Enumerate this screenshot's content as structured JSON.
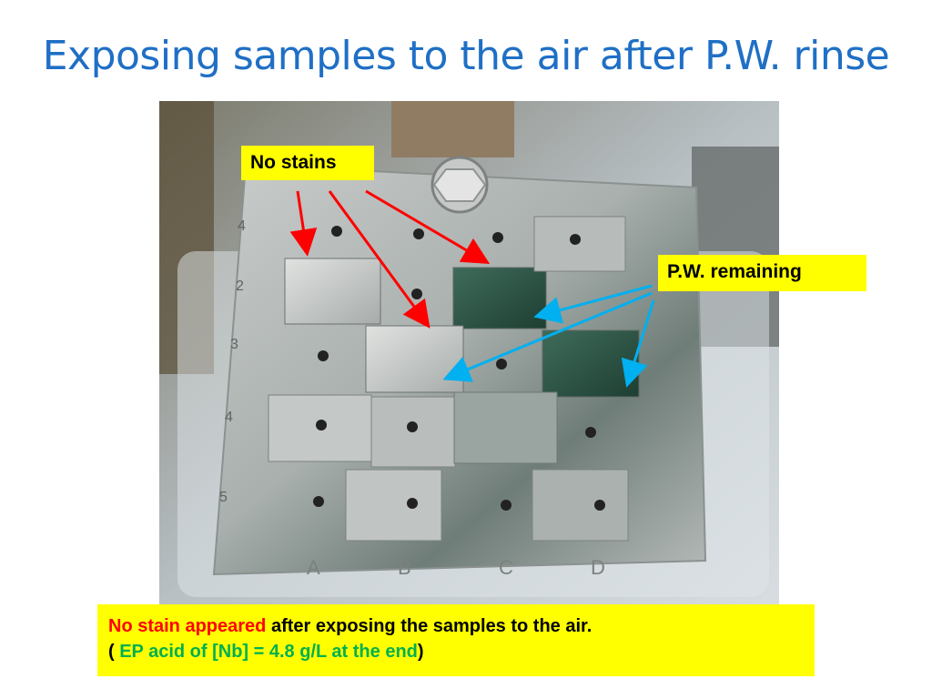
{
  "slide": {
    "title": "Exposing samples to the air after P.W. rinse"
  },
  "photo": {
    "row_numbers": [
      "4",
      "2",
      "3",
      "4",
      "5"
    ],
    "column_letters": [
      "A",
      "B",
      "C",
      "D"
    ]
  },
  "callouts": {
    "no_stains": "No stains",
    "pw_remaining": "P.W. remaining"
  },
  "caption": {
    "line1_highlight": "No stain appeared",
    "line1_rest": " after exposing the samples to the air.",
    "line2_open": "( ",
    "line2_highlight": "EP acid of [Nb] = 4.8 g/L at the end",
    "line2_close": ")"
  },
  "colors": {
    "title": "#1F6FC5",
    "callout_bg": "#FFFF00",
    "red_arrow": "#FF0000",
    "blue_arrow": "#00B0F0",
    "caption_red": "#FF0000",
    "caption_green": "#00B050"
  }
}
